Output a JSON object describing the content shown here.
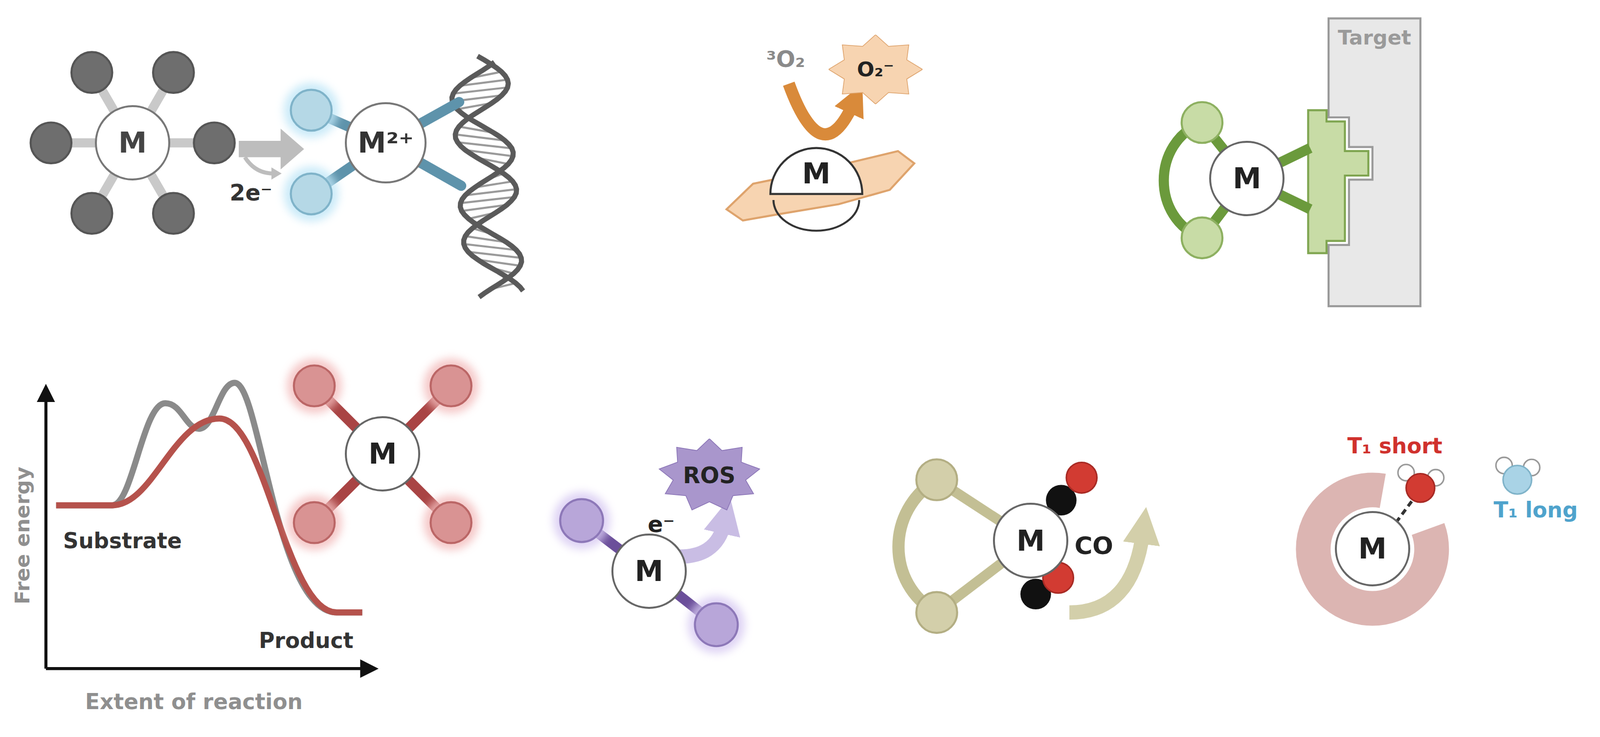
{
  "diagram": {
    "nodes": [
      {
        "text": [
          "M"
        ]
      },
      {
        "text": [
          "M²⁺"
        ]
      },
      {
        "text": [
          "M"
        ]
      },
      {
        "text": [
          "O₂⁻"
        ]
      },
      {
        "text": [
          "Target"
        ]
      },
      {
        "text": [
          "M"
        ]
      },
      {
        "text": [
          "M"
        ]
      },
      {
        "text": [
          "ROS"
        ]
      },
      {
        "text": [
          "M"
        ]
      },
      {
        "text": [
          "M"
        ]
      },
      {
        "text": [
          "M"
        ]
      }
    ],
    "labels": [
      "2e⁻",
      "³O₂",
      "Free energy",
      "Substrate",
      "Product",
      "Extent of reaction",
      "e⁻",
      "CO",
      "T₁ short",
      "T₁ long"
    ]
  }
}
